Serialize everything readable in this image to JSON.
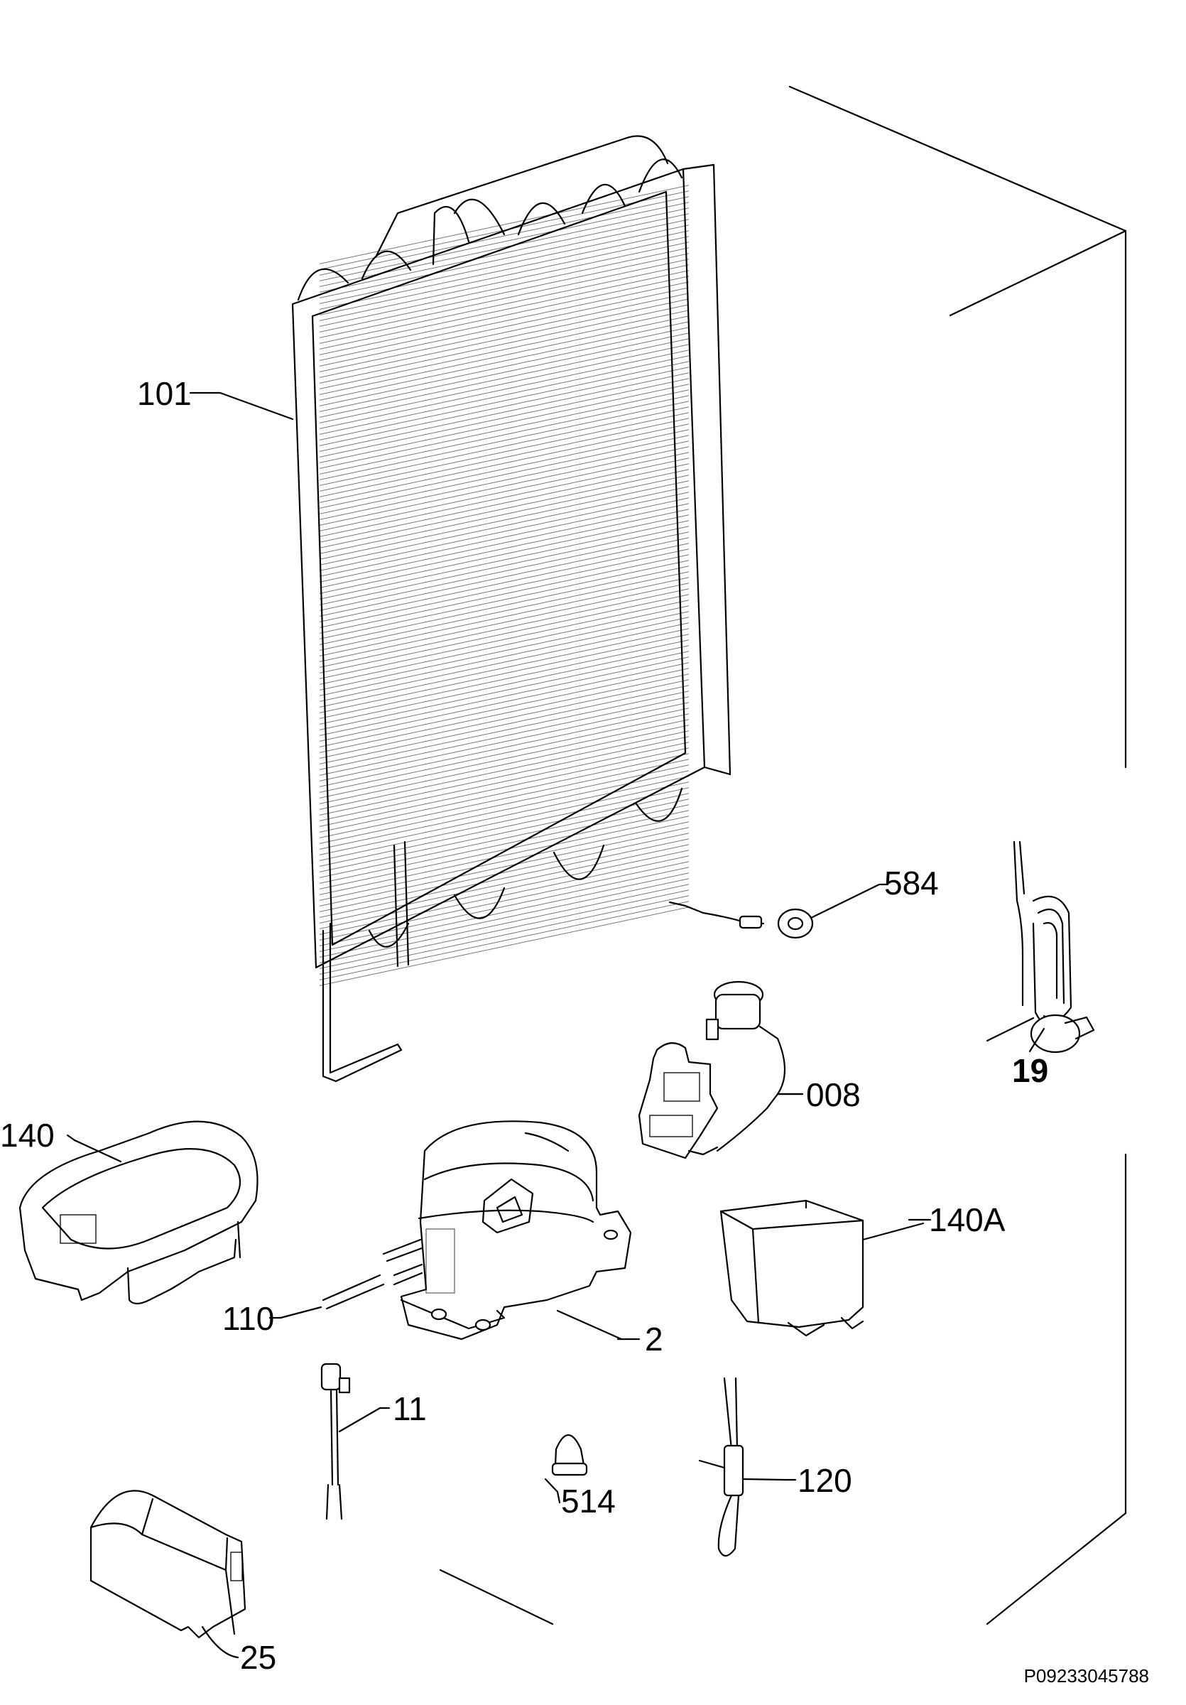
{
  "parts": [
    {
      "id": "101",
      "label": "101",
      "bold": false
    },
    {
      "id": "584",
      "label": "584",
      "bold": false
    },
    {
      "id": "19",
      "label": "19",
      "bold": true
    },
    {
      "id": "008",
      "label": "008",
      "bold": false
    },
    {
      "id": "140",
      "label": "140",
      "bold": false
    },
    {
      "id": "140A",
      "label": "140A",
      "bold": false
    },
    {
      "id": "110",
      "label": "110",
      "bold": false
    },
    {
      "id": "2",
      "label": "2",
      "bold": false
    },
    {
      "id": "11",
      "label": "11",
      "bold": false
    },
    {
      "id": "514",
      "label": "514",
      "bold": false
    },
    {
      "id": "120",
      "label": "120",
      "bold": false
    },
    {
      "id": "25",
      "label": "25",
      "bold": false
    }
  ],
  "document_code": "P09233045788"
}
